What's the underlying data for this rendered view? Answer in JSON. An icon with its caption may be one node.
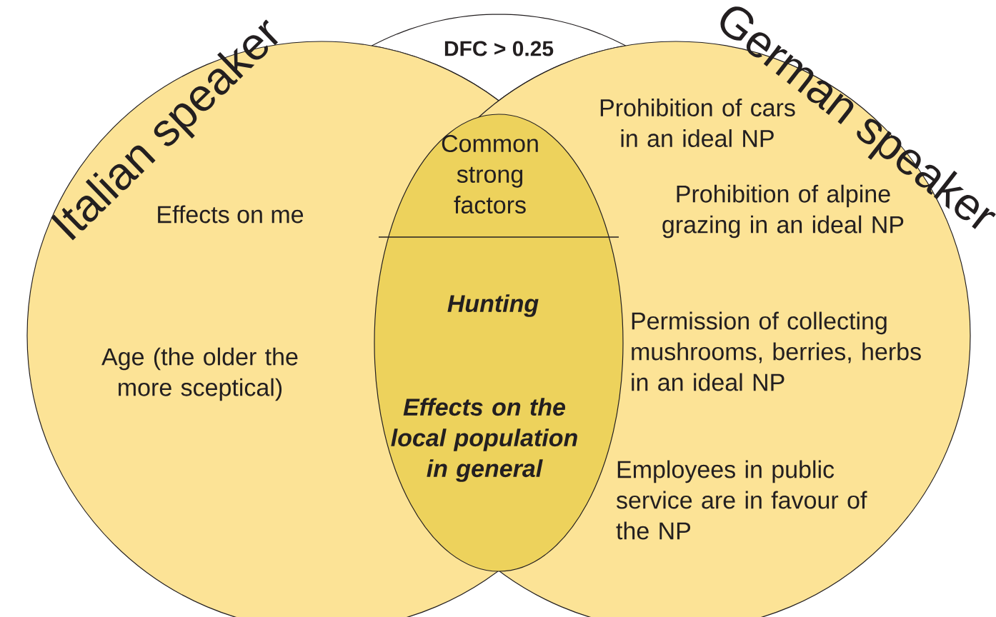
{
  "diagram": {
    "nodes": [
      {
        "text": [
          "DFC > 0.25"
        ]
      },
      {
        "text": [
          "Italian speaker",
          "Effects on me",
          "Age (the older the more sceptical)"
        ]
      },
      {
        "text": [
          "German speaker",
          "Prohibition of cars in an ideal NP",
          "Prohibition of alpine grazing in an ideal NP",
          "Permission of collecting mushrooms, berries, herbs in an ideal NP",
          "Employees in public service are in favour of the NP"
        ]
      },
      {
        "text": [
          "Common strong factors",
          "Hunting",
          "Effects on the local population in general"
        ]
      }
    ]
  }
}
